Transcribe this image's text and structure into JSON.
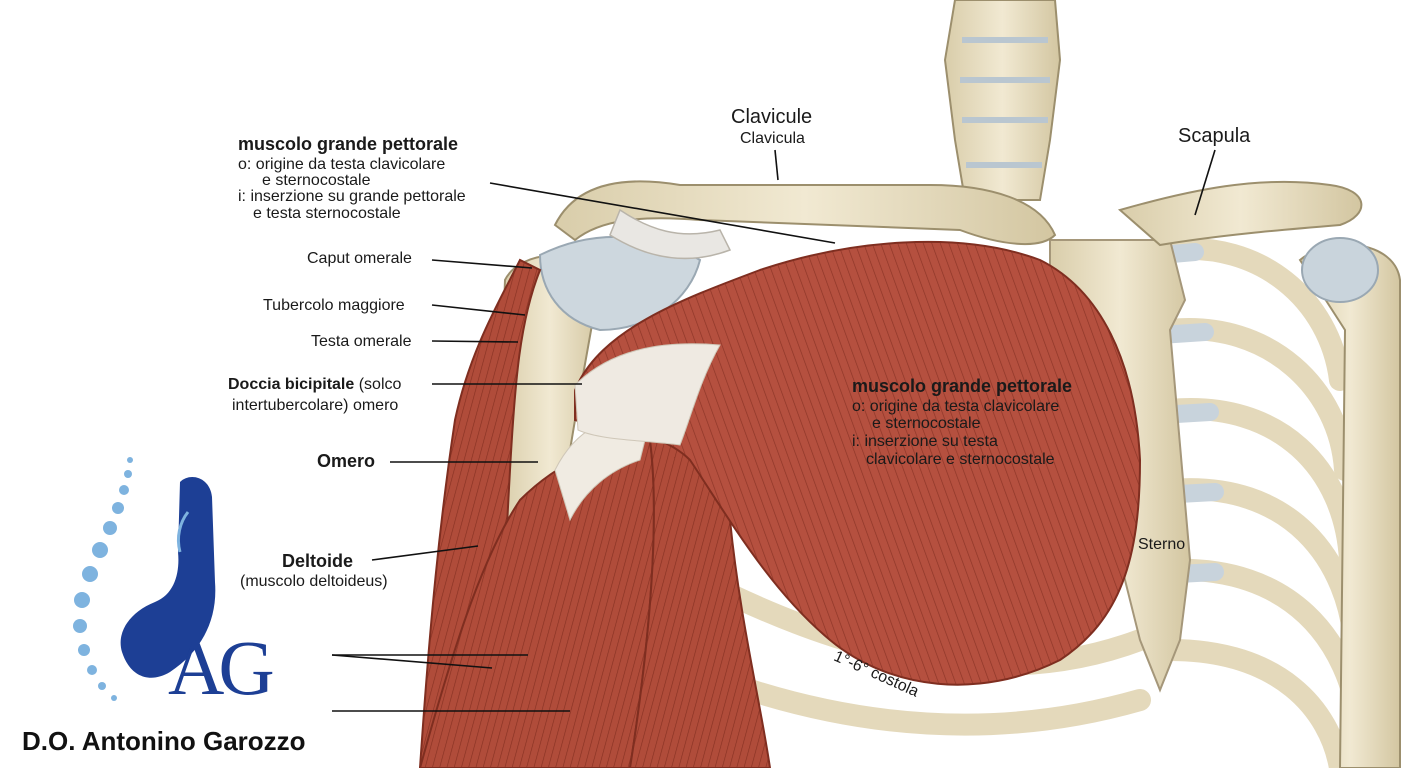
{
  "labels": {
    "clavicle_en": "Clavicule",
    "clavicle_it": "Clavicula",
    "scapula": "Scapula",
    "pec_left_title": "muscolo grande pettorale",
    "pec_left_o1": "o: origine da testa clavicolare",
    "pec_left_o2": "e sternocostale",
    "pec_left_i1": "i: inserzione su grande pettorale",
    "pec_left_i2": "e testa sternocostale",
    "caput": "Caput omerale",
    "tubercolo": "Tubercolo maggiore",
    "testa": "Testa omerale",
    "doccia_bold": "Doccia bicipitale",
    "doccia_rest": " (solco",
    "doccia_line2": "intertubercolare) omero",
    "omero": "Omero",
    "deltoide": "Deltoide",
    "deltoide_sub": "(muscolo deltoideus)",
    "pec_right_title": "muscolo grande pettorale",
    "pec_right_o1": "o: origine da testa clavicolare",
    "pec_right_o2": "e sternocostale",
    "pec_right_i1": "i: inserzione su testa",
    "pec_right_i2": "clavicolare e sternocostale",
    "sterno": "Sterno",
    "costola": "1°-6° costola"
  },
  "logo": {
    "monogram": "AG"
  },
  "brand": {
    "name": "D.O. Antonino Garozzo"
  },
  "colors": {
    "muscle": "#b5503f",
    "muscle_dark": "#8e3628",
    "bone": "#ece3c9",
    "bone_shadow": "#cfc3a0",
    "cartilage": "#c9d4dc",
    "tendon": "#f1ece4",
    "logo_blue": "#1d3f95",
    "logo_dots": "#7eb3df"
  }
}
